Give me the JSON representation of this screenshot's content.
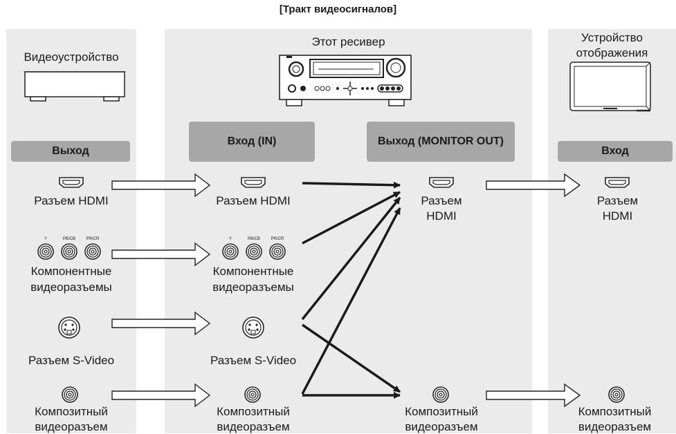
{
  "title": "[Тракт видеосигналов]",
  "columns": {
    "source": {
      "name": "Видеоустройство",
      "header": "Выход",
      "hdmi": "Разъем HDMI",
      "component": [
        "Компонентные",
        "видеоразъемы"
      ],
      "svideo": "Разъем S-Video",
      "composite": [
        "Композитный",
        "видеоразъем"
      ]
    },
    "receiver_in": {
      "name": "Этот ресивер",
      "header": "Вход (IN)",
      "hdmi": "Разъем HDMI",
      "component": [
        "Компонентные",
        "видеоразъемы"
      ],
      "svideo": "Разъем S-Video",
      "composite": [
        "Композитный",
        "видеоразъем"
      ]
    },
    "receiver_out": {
      "header": "Выход (MONITOR OUT)",
      "hdmi": [
        "Разъем",
        "HDMI"
      ],
      "composite": [
        "Композитный",
        "видеоразъем"
      ]
    },
    "display": {
      "name": [
        "Устройство",
        "отображения"
      ],
      "header": "Вход",
      "hdmi": [
        "Разъем",
        "HDMI"
      ],
      "composite": [
        "Композитный",
        "видеоразъем"
      ]
    }
  },
  "jack_labels": [
    "Y",
    "PB/CB",
    "PR/CR"
  ],
  "colors": {
    "column_bg": "#ebebeb",
    "header_bg": "#a7a7a7",
    "arrow": "#1a1a1a"
  },
  "icons": [
    "video-device-icon",
    "receiver-icon",
    "display-icon",
    "hdmi-connector-icon",
    "rca-jack-icon",
    "svideo-jack-icon",
    "hollow-arrow-icon",
    "solid-arrow-icon"
  ]
}
